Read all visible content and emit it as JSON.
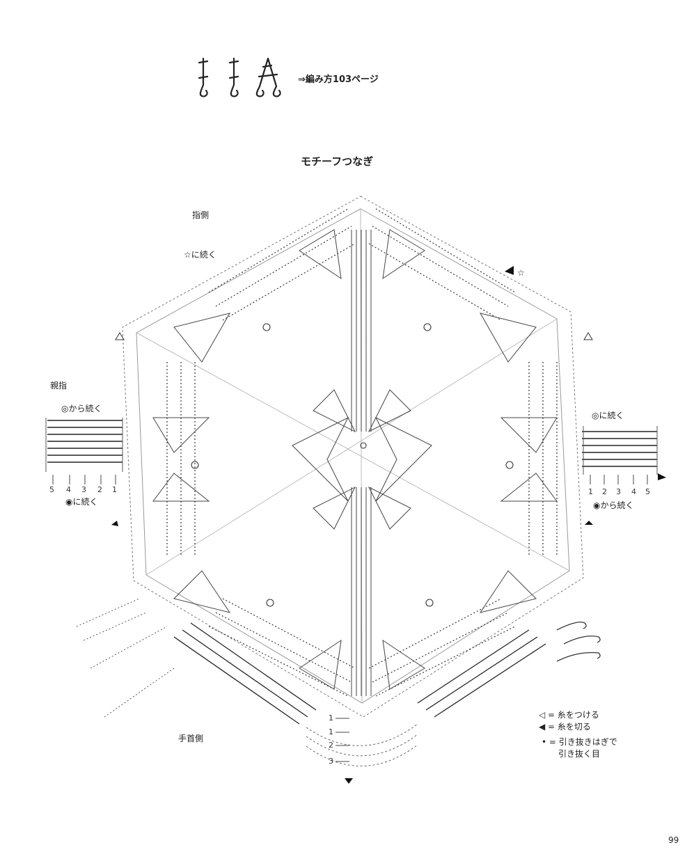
{
  "header": {
    "reference": "⇒編み方103ページ"
  },
  "diagram": {
    "title": "モチーフつなぎ",
    "labels": {
      "finger_side": "指側",
      "thumb": "親指",
      "wrist_side": "手首側",
      "star_continue": "☆に続く",
      "star": "☆",
      "left_from_double_circle": "◎から続く",
      "left_continue_circle": "◉に続く",
      "right_continue": "◎に続く",
      "right_from_circle": "◉から続く"
    },
    "left_numbers": [
      "5",
      "4",
      "3",
      "2",
      "1"
    ],
    "right_numbers": [
      "1",
      "2",
      "3",
      "4",
      "5"
    ],
    "bottom_numbers": [
      "1",
      "1",
      "2",
      "3"
    ]
  },
  "legend": {
    "attach": "◁ = 糸をつける",
    "cut": "◀ = 糸を切る",
    "slip": "• = 引き抜きはぎで",
    "slip2": "引き抜く目"
  },
  "page_number": "99"
}
